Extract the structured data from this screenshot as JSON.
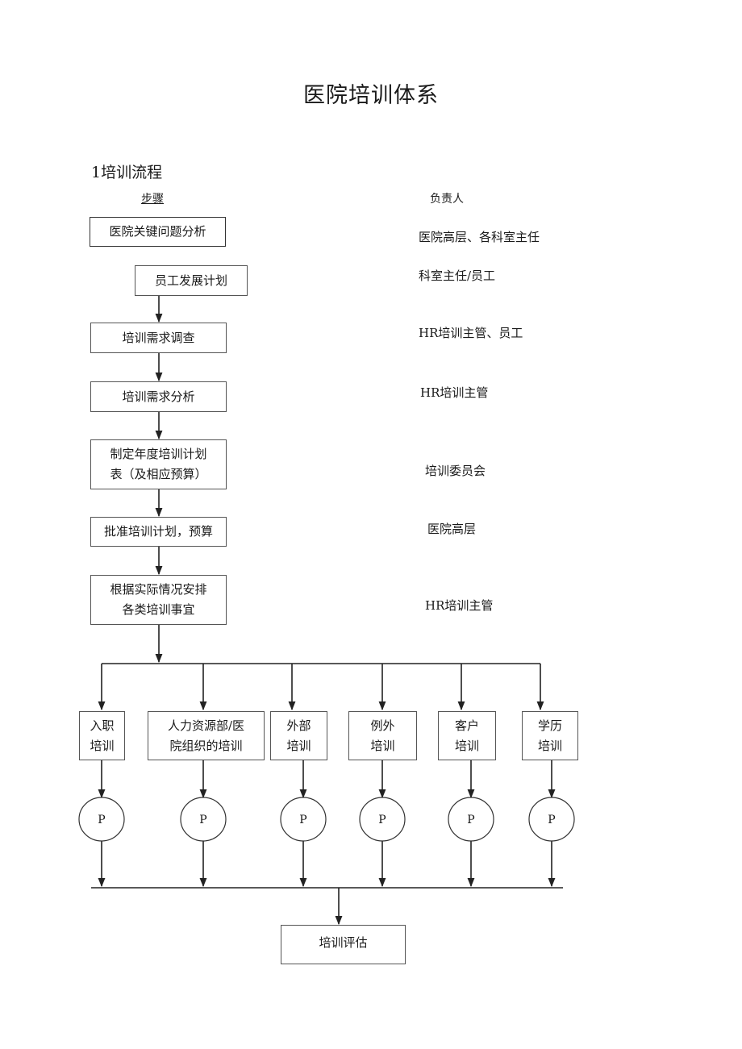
{
  "document": {
    "title": "医院培训体系",
    "section_heading": "1培训流程",
    "columns": {
      "steps": "步骤",
      "responsible": "负责人"
    }
  },
  "flow": {
    "steps": [
      {
        "label": "医院关键问题分析",
        "responsible": "医院高层、各科室主任"
      },
      {
        "label": "员工发展计划",
        "responsible": "科室主任/员工"
      },
      {
        "label": "培训需求调查",
        "responsible": "HR培训主管、员工"
      },
      {
        "label": "培训需求分析",
        "responsible": "HR培训主管"
      },
      {
        "label": "制定年度培训计划\n表（及相应预算）",
        "responsible": "培训委员会"
      },
      {
        "label": "批准培训计划，预算",
        "responsible": "医院高层"
      },
      {
        "label": "根据实际情况安排\n各类培训事宜",
        "responsible": "HR培训主管"
      }
    ],
    "branches": [
      {
        "label": "入职\n培训",
        "node": "P"
      },
      {
        "label": "人力资源部/医\n院组织的培训",
        "node": "P"
      },
      {
        "label": "外部\n培训",
        "node": "P"
      },
      {
        "label": "例外\n培训",
        "node": "P"
      },
      {
        "label": "客户\n培训",
        "node": "P"
      },
      {
        "label": "学历\n培训",
        "node": "P"
      }
    ],
    "final_step": "培训评估"
  }
}
